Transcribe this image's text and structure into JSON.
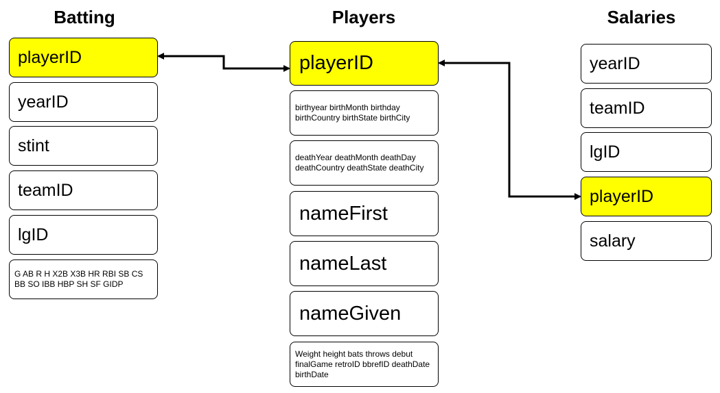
{
  "tables": {
    "batting": {
      "title": "Batting",
      "fields": [
        "playerID",
        "yearID",
        "stint",
        "teamID",
        "lgID",
        "G AB R H X2B X3B HR RBI SB CS BB SO IBB HBP SH SF GIDP"
      ]
    },
    "players": {
      "title": "Players",
      "fields": [
        "playerID",
        "birthyear birthMonth birthday birthCountry birthState birthCity",
        "deathYear deathMonth deathDay deathCountry  deathState deathCity",
        "nameFirst",
        "nameLast",
        "nameGiven",
        "Weight height bats throws debut finalGame retroID bbrefID deathDate birthDate"
      ]
    },
    "salaries": {
      "title": "Salaries",
      "fields": [
        "yearID",
        "teamID",
        "lgID",
        "playerID",
        "salary"
      ]
    }
  },
  "colors": {
    "key_fill": "#ffff00",
    "box_border": "#000000",
    "connector": "#000000"
  }
}
